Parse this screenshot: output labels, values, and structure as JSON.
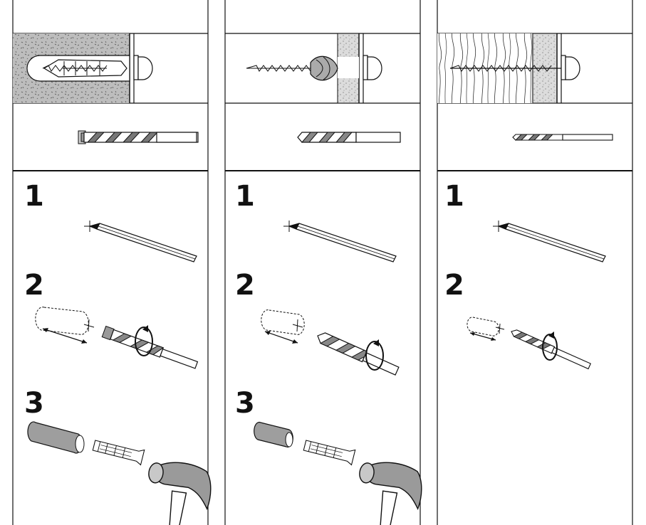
{
  "page": {
    "columns": [
      {
        "id": "concrete",
        "steps": [
          {
            "number": "1"
          },
          {
            "number": "2"
          },
          {
            "number": "3"
          }
        ]
      },
      {
        "id": "plasterboard",
        "steps": [
          {
            "number": "1"
          },
          {
            "number": "2"
          },
          {
            "number": "3"
          }
        ]
      },
      {
        "id": "wood",
        "steps": [
          {
            "number": "1"
          },
          {
            "number": "2"
          }
        ]
      }
    ]
  },
  "colors": {
    "line": "#111111",
    "concrete": "#b9b9b9",
    "drill": "#8a8a8a",
    "plaster": "#d4d4d4"
  },
  "icons": {
    "pencil": "pencil-icon",
    "drill": "drill-bit-icon",
    "hammer": "hammer-icon",
    "plug": "wall-plug-icon",
    "screw": "screw-icon"
  }
}
